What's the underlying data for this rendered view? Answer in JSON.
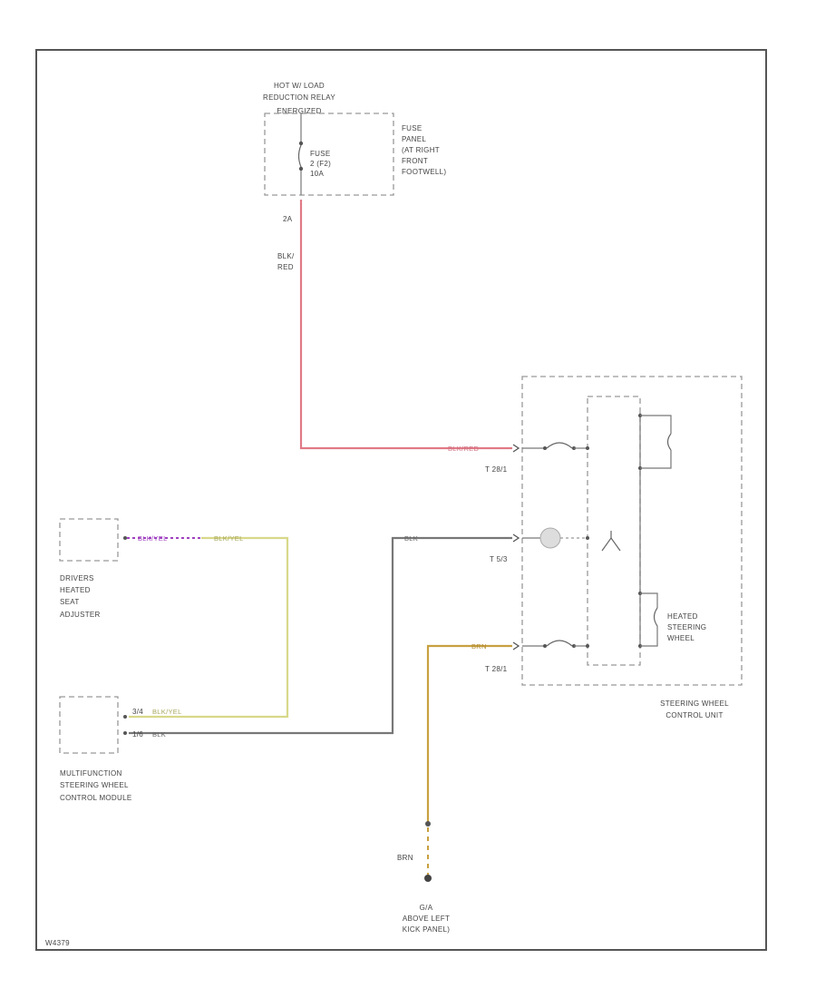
{
  "hot_relay": {
    "title_line1": "HOT W/ LOAD",
    "title_line2": "REDUCTION RELAY",
    "title_line3": "ENERGIZED"
  },
  "fuse": {
    "line1": "FUSE",
    "line2": "2 (F2)",
    "line3": "10A"
  },
  "fuse_panel": {
    "line1": "FUSE",
    "line2": "PANEL",
    "line3": "(AT RIGHT",
    "line4": "FRONT",
    "line5": "FOOTWELL)"
  },
  "pin_2a": "2A",
  "wire_red": {
    "line1": "BLK/",
    "line2": "RED",
    "connector_label": "BLK/RED",
    "connector": "T 28/1"
  },
  "wire_blk": {
    "label": "BLK",
    "connector": "T 5/3"
  },
  "wire_brn": {
    "label": "BRN",
    "connector": "T 28/1",
    "ground_label": "BRN"
  },
  "drivers_seat": {
    "wire1": "BLK/YEL",
    "wire2": "BLK/YEL",
    "line1": "DRIVERS",
    "line2": "HEATED",
    "line3": "SEAT",
    "line4": "ADJUSTER"
  },
  "mfsw": {
    "pin_a": "3/4",
    "wire_a": "BLK/YEL",
    "pin_b": "1/6",
    "wire_b": "BLK",
    "line1": "MULTIFUNCTION",
    "line2": "STEERING WHEEL",
    "line3": "CONTROL MODULE"
  },
  "heated_wheel": {
    "line1": "HEATED",
    "line2": "STEERING",
    "line3": "WHEEL"
  },
  "swcu": {
    "line1": "STEERING WHEEL",
    "line2": "CONTROL UNIT"
  },
  "ground": {
    "line1": "G/A",
    "line2": "ABOVE LEFT",
    "line3": "KICK PANEL)"
  },
  "figure_code": "W4379",
  "colors": {
    "red_wire": "#e07a86",
    "blk_wire": "#777777",
    "yel_wire": "#d8d88a",
    "brn_wire": "#c8a040",
    "violet_wire": "#a040c0",
    "frame": "#555555",
    "dashed": "#999999"
  }
}
